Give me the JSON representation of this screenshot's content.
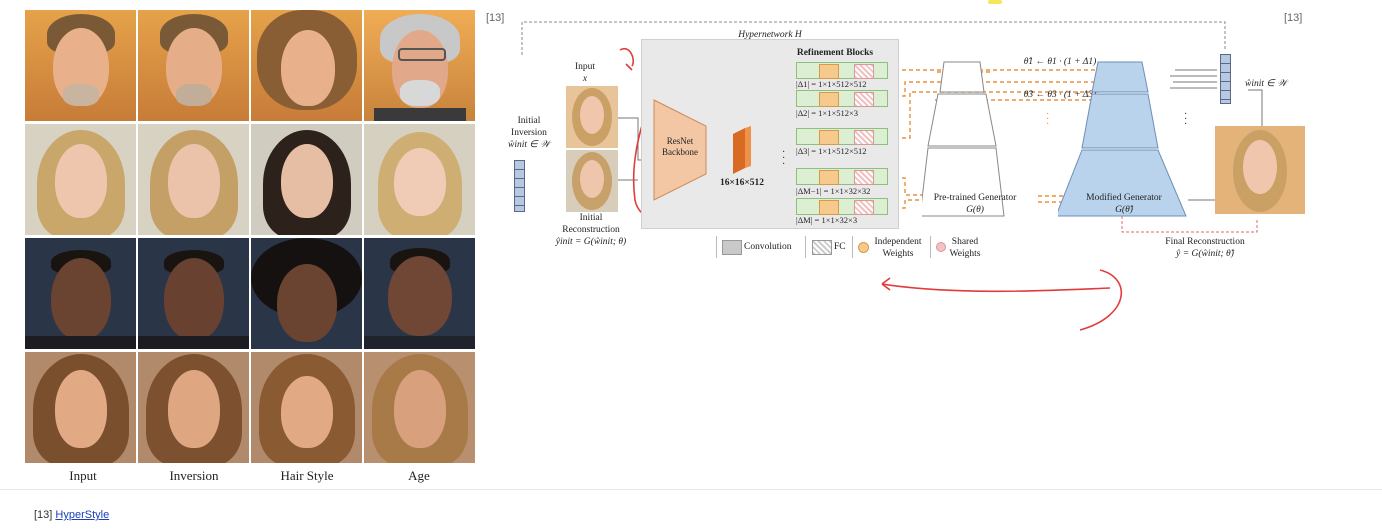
{
  "face_grid": {
    "columns": [
      "Input",
      "Inversion",
      "Hair Style",
      "Age"
    ]
  },
  "diagram": {
    "ref_left": "[13]",
    "ref_right": "[13]",
    "hypernetwork_title": "Hypernetwork H",
    "refinement_title": "Refinement Blocks",
    "input_label": "Input",
    "input_var": "x",
    "initial_inversion": [
      "Initial",
      "Inversion",
      "ŵinit ∈ 𝒲"
    ],
    "initial_reconstruction": [
      "Initial",
      "Reconstruction",
      "ŷinit = G(ŵinit; θ)"
    ],
    "backbone": [
      "ResNet",
      "Backbone"
    ],
    "feature_size": "16×16×512",
    "deltas": [
      "|Δ1| = 1×1×512×512",
      "|Δ2| = 1×1×512×3",
      "|Δ3| = 1×1×512×512",
      "|ΔM−1| = 1×1×32×32",
      "|ΔM| = 1×1×32×3"
    ],
    "theta_updates": [
      "θ̂1 ← θ1 · (1 + Δ1)",
      "θ̂3 ← θ3 · (1 + Δ3)"
    ],
    "pretrained": [
      "Pre-trained Generator",
      "G(θ)"
    ],
    "modified": [
      "Modified Generator",
      "G(θ̂)"
    ],
    "w_init_right": "ŵinit ∈ 𝒲",
    "final_reconstruction": [
      "Final Reconstruction",
      "ŷ = G(ŵinit; θ̂)"
    ],
    "legend": {
      "convolution": "Convolution",
      "fc": "FC",
      "independent": [
        "Independent",
        "Weights"
      ],
      "shared": [
        "Shared",
        "Weights"
      ]
    },
    "colors": {
      "backbone": "#f4c7a4",
      "feature": "#e0762e",
      "modified": "#b9d3ec",
      "annotation": "#e23b3b",
      "arrow_orange": "#e8923c"
    }
  },
  "footer": {
    "ref": "[13]",
    "link": "HyperStyle"
  }
}
